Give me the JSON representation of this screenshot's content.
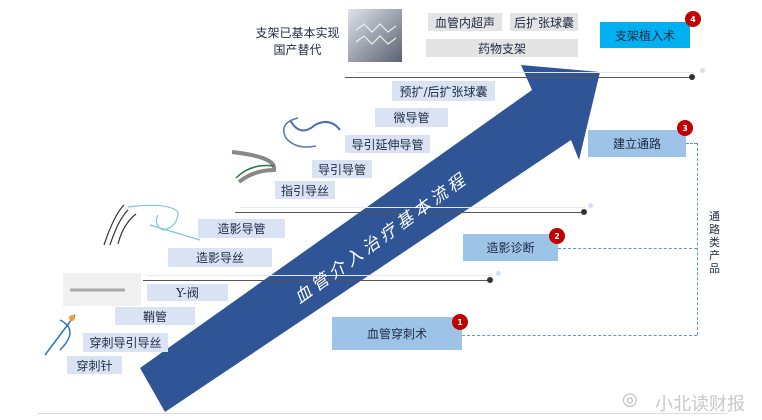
{
  "top": {
    "note": "支架已基本实现\n国产替代",
    "products": [
      "血管内超声",
      "后扩张球囊",
      "药物支架"
    ]
  },
  "steps": [
    {
      "num": "1",
      "label": "血管穿刺术"
    },
    {
      "num": "2",
      "label": "造影诊断"
    },
    {
      "num": "3",
      "label": "建立通路"
    },
    {
      "num": "4",
      "label": "支架植入术"
    }
  ],
  "tier3_products": [
    "预扩/后扩张球囊",
    "微导管",
    "导引延伸导管",
    "导引导管",
    "指引导丝"
  ],
  "tier2_products": [
    "造影导管",
    "造影导丝"
  ],
  "tier1_products": [
    "Y-阀",
    "鞘管",
    "穿刺导引导丝",
    "穿刺针"
  ],
  "arrow_label": "血管介入治疗基本流程",
  "side_label": "通路类产品",
  "watermark": "小北读财报",
  "colors": {
    "arrow": "#2f5597",
    "step4": "#00b0f0",
    "step": "#9dc3e6",
    "badge": "#c00000",
    "product": "#dae3f3"
  }
}
